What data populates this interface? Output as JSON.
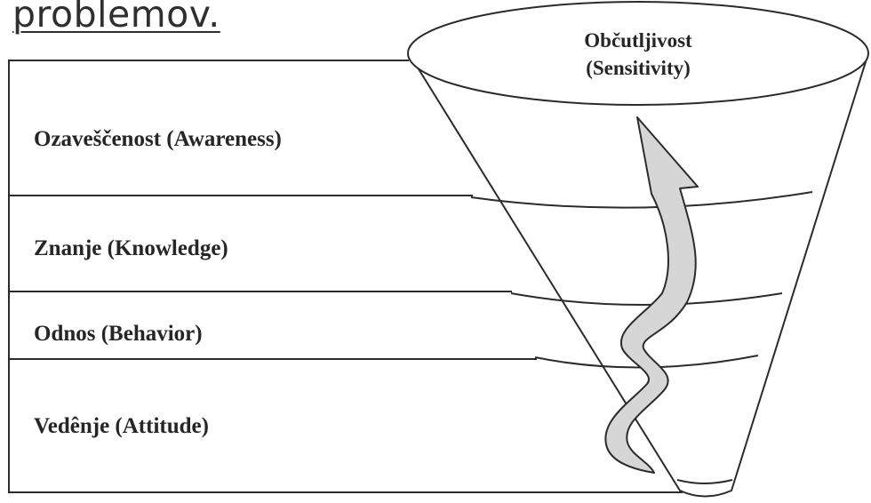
{
  "heading": "problemov.",
  "funnel_top_label": {
    "line1": "Občutljivost",
    "line2": "(Sensitivity)"
  },
  "levels": [
    {
      "label": "Ozaveščenost (Awareness)"
    },
    {
      "label": "Znanje (Knowledge)"
    },
    {
      "label": "Odnos (Behavior)"
    },
    {
      "label": "Vedênje (Attitude)"
    }
  ],
  "colors": {
    "line": "#2b2b2b",
    "arrow_fill": "#d6d6d6",
    "text": "#262626"
  }
}
